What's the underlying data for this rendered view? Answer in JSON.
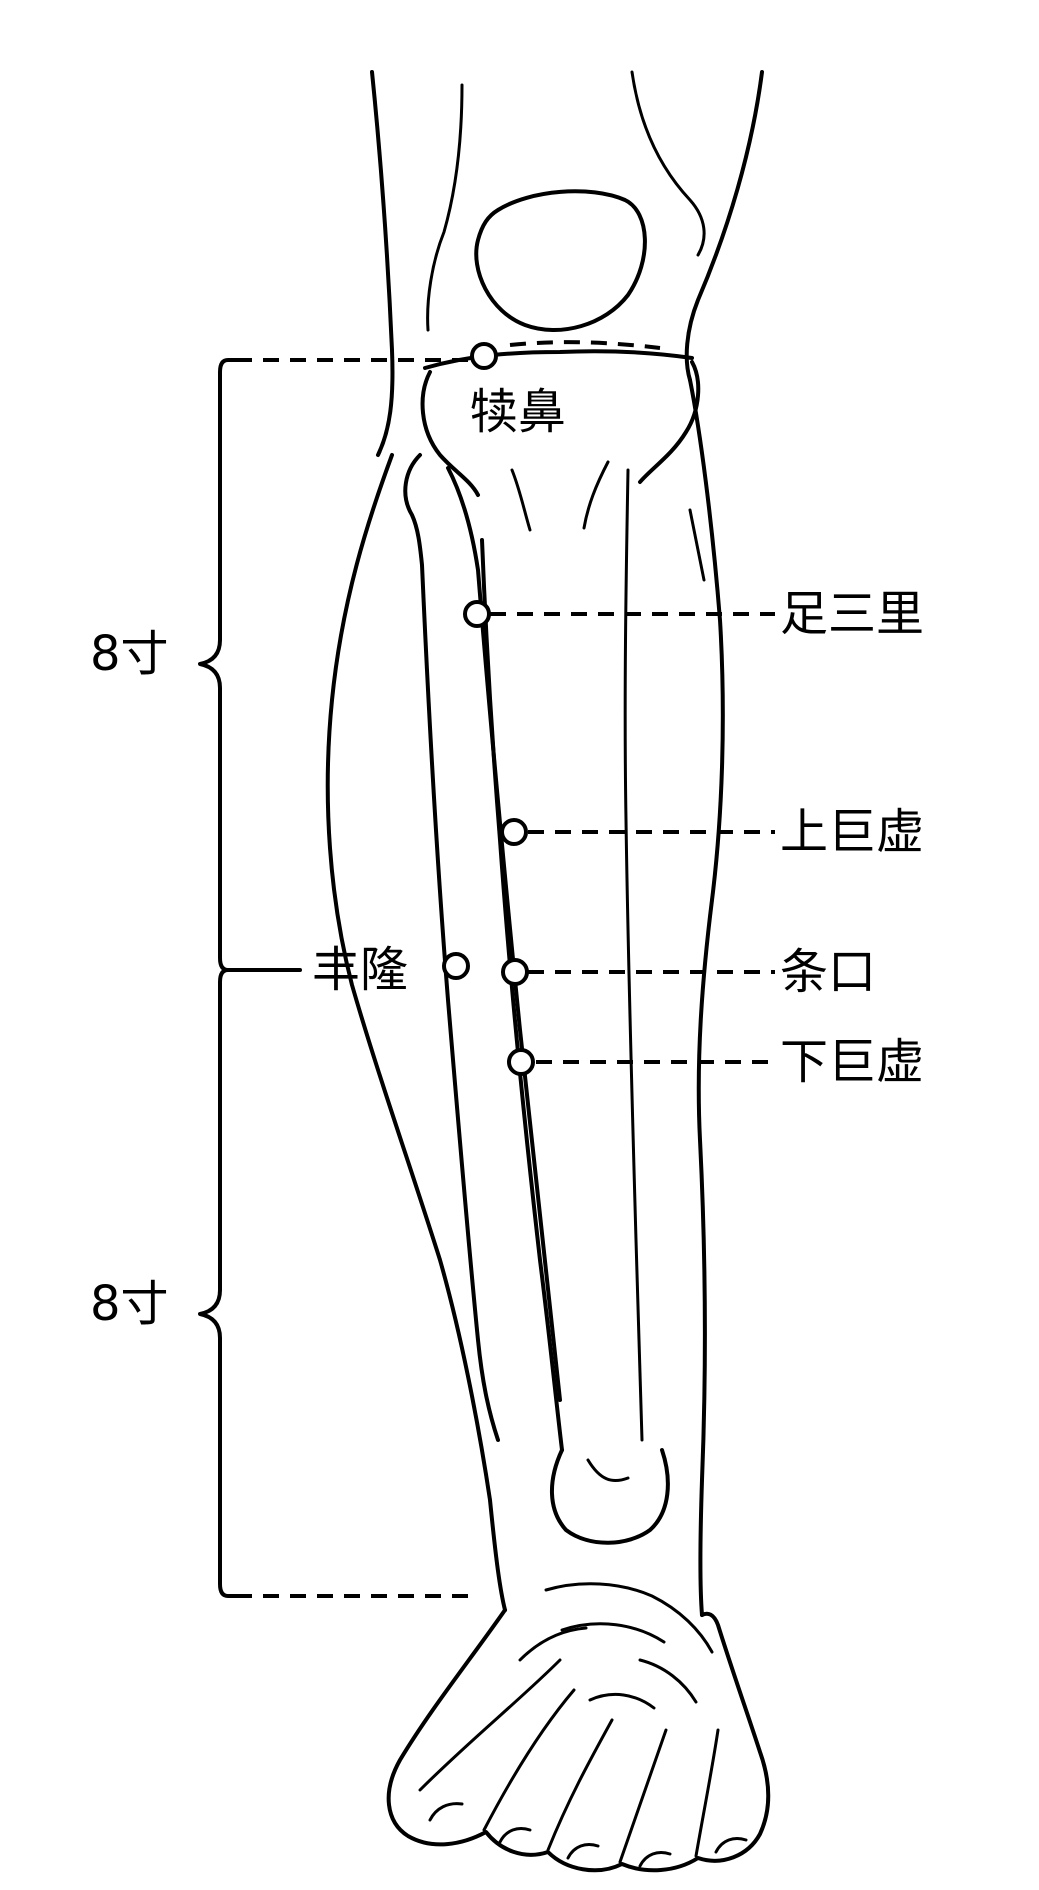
{
  "points": {
    "dubi": "犊鼻",
    "zusanli": "足三里",
    "shangjuxu": "上巨虚",
    "tiaokou": "条口",
    "xiajuxu": "下巨虚",
    "fenglong": "丰隆"
  },
  "measures": {
    "upper": "8寸",
    "lower": "8寸"
  },
  "colors": {
    "line": "#000000",
    "background": "#ffffff"
  }
}
